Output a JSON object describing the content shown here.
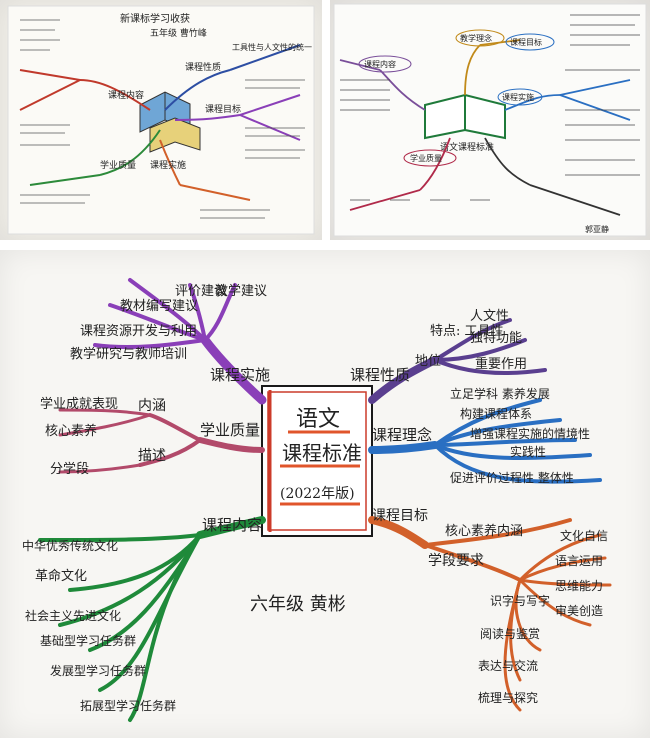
{
  "photos": [
    {
      "id": "top-left",
      "header": "新课标学习收获",
      "subheader": "五年级 曹竹峰",
      "center_label": "",
      "branch_labels": [
        "课程性质",
        "课程目标",
        "课程内容",
        "学业质量",
        "课程实施"
      ],
      "note": "工具性与人文性的统一"
    },
    {
      "id": "top-right",
      "center_label": "语文课程标准",
      "branch_labels": [
        "教学理念",
        "课程目标",
        "课程内容",
        "学业质量",
        "课程实施"
      ],
      "signature": "郭亚静"
    },
    {
      "id": "bottom",
      "center_title_1": "语文",
      "center_title_2": "课程标准",
      "center_title_3": "(2022年版)",
      "author": "六年级  黄彬",
      "branches": {
        "top_left": {
          "label": "课程实施",
          "items": [
            "教学建议",
            "评价建议",
            "教材编写建议",
            "课程资源开发与利用",
            "教学研究与教师培训"
          ],
          "color": "#8a3fb8"
        },
        "top_right": {
          "label": "课程性质",
          "items": [
            "特点: 工具性",
            "人文性",
            "地位",
            "独特功能",
            "重要作用"
          ],
          "color": "#5a3f8f"
        },
        "middle_left": {
          "label": "学业质量",
          "sub": [
            "内涵",
            "描述"
          ],
          "items": [
            "学业成就表现",
            "核心素养",
            "分学段"
          ],
          "color": "#b24a6a"
        },
        "middle_right": {
          "label": "课程理念",
          "items": [
            "立足学科 素养发展",
            "构建课程体系",
            "增强课程实施的情境性",
            "实践性",
            "促进评价过程性 整体性"
          ],
          "color": "#2a6fc2"
        },
        "bottom_left": {
          "label": "课程内容",
          "items": [
            "中华优秀传统文化",
            "革命文化",
            "社会主义先进文化",
            "基础型学习任务群",
            "发展型学习任务群",
            "拓展型学习任务群"
          ],
          "color": "#1f8a3a"
        },
        "bottom_right": {
          "label": "课程目标",
          "sub_label": "核心素养内涵",
          "items": [
            "文化自信",
            "语言运用",
            "思维能力",
            "审美创造",
            "识字与写字",
            "阅读与鉴赏",
            "表达与交流",
            "梳理与探究"
          ],
          "extra_label": "学段要求",
          "color": "#d2602a"
        }
      },
      "accents": {
        "title_underline": "#e0552b",
        "book": "#cc3b2a"
      }
    }
  ]
}
